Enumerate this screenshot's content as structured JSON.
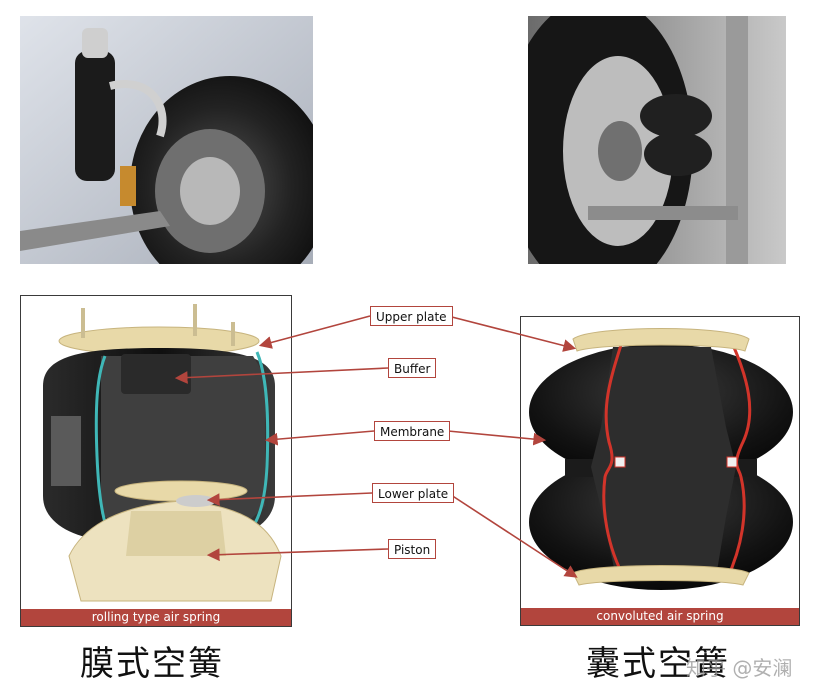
{
  "labels": {
    "upper_plate": "Upper plate",
    "buffer": "Buffer",
    "membrane": "Membrane",
    "lower_plate": "Lower plate",
    "piston": "Piston"
  },
  "captions": {
    "rolling": "rolling type air spring",
    "convoluted": "convoluted air spring"
  },
  "titles": {
    "rolling": "膜式空簧",
    "convoluted": "囊式空簧"
  },
  "watermark": "知乎 @安澜",
  "colors": {
    "accent_red": "#b2453d",
    "membrane_teal": "#3fb7b7",
    "plate_beige": "#e8d9a8",
    "rubber_black": "#1a1a1a"
  }
}
